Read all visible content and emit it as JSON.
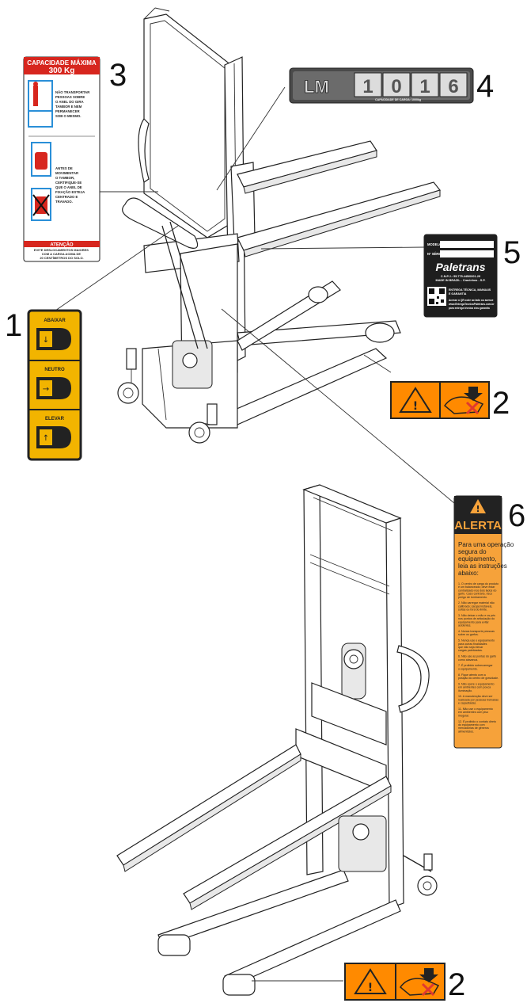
{
  "callouts": {
    "n1": "1",
    "n2a": "2",
    "n2b": "2",
    "n3": "3",
    "n4": "4",
    "n5": "5",
    "n6": "6"
  },
  "decal_capacity": {
    "title": "CAPACIDADE MÁXIMA",
    "weight": "300 Kg",
    "text1": [
      "NÃO TRANSPORTAR",
      "PESSOAS SOBRE",
      "O ANEL DO GIRA",
      "TAMBOR E NEM",
      "PERMANECER",
      "SOB O MESMO."
    ],
    "text2": [
      "ANTES DE",
      "MOVIMENTAR",
      "O TAMBOR,",
      "CERTIFIQUE-SE",
      "QUE O ANEL DE",
      "FIXAÇÃO ESTEJA",
      "CENTRADO E",
      "TRAVADO."
    ],
    "warn_title": "ATENÇÃO",
    "warn_text": [
      "EVITE DESLOCAMENTOS MAIORES",
      "COM A CARGA ACIMA DE",
      "20 CENTÍMETROS DO SOLO."
    ],
    "colors": {
      "red": "#d7261e",
      "blue": "#2a8fd8"
    }
  },
  "decal_model": {
    "left": "LM",
    "digits": [
      "1",
      "0",
      "1",
      "6"
    ],
    "small": "CAPACIDADE DE CARGA: 1000kg"
  },
  "decal_lever": {
    "items": [
      "ABAIXAR",
      "NEUTRO",
      "ELEVAR"
    ],
    "colors": {
      "bg": "#f2b400",
      "dark": "#222222"
    }
  },
  "decal_warning": {
    "icon_left": "warning-triangle-icon",
    "icon_right": "crush-foot-icon",
    "colors": {
      "bg": "#ff8a00",
      "dark": "#222222",
      "red": "#e03a2f"
    }
  },
  "plate": {
    "label_model": "MODELO",
    "label_serial": "Nº SÉRIE",
    "brand": "Paletrans",
    "cnpj": "C.N.P.J.: 55.775.445/0001-29",
    "made": "MADE IN BRAZIL - Cravinhos - S.P.",
    "delivery": [
      "ENTREGA TÉCNICA, MANUAIS",
      "E GARANTIA"
    ],
    "qr_text": [
      "Acesse o QR code ao lado ou acesse",
      "www.EntregaTecnicaPaletrans.com.br",
      "para entrega técnica e/ou garantia"
    ]
  },
  "alert": {
    "title": "ALERTA",
    "intro": [
      "Para uma operação",
      "segura do",
      "equipamento,",
      "leia as instruções",
      "abaixo:"
    ],
    "items": [
      [
        "1. O centro de carga do produto",
        "é um balanceado; deve estar",
        "centralizado nos dois lados do",
        "garfo. Caso contrário, risco",
        "perigo de tombamento."
      ],
      [
        "2. Não carregar material não",
        "calibrado; cargas instáveis,",
        "soltas ou fora do limite."
      ],
      [
        "3. Não deixar o mão e os pés",
        "nos pontos de articulação do",
        "equipamento para evitar",
        "acidentes."
      ],
      [
        "4. Nunca transporte pessoas",
        "sobre os garfos."
      ],
      [
        "5. Nunca use o equipamento",
        "para outras finalidades",
        "que não seja elevar",
        "cargas paletizadas."
      ],
      [
        "6. Não use as pontas do garfo",
        "como alavanca."
      ],
      [
        "7. É proibido sobrecarregar",
        "o equipamento."
      ],
      [
        "8. Fique atento com a",
        "posição do centro de gravidade."
      ],
      [
        "9. Não opere o equipamento",
        "em ambientes com pouca",
        "iluminação."
      ],
      [
        "10. A manutenção deve ser",
        "realizada por pessoas treinadas",
        "e capacitadas."
      ],
      [
        "11. Não use o equipamento",
        "em ambientes com piso",
        "irregular."
      ],
      [
        "12. É proibido o contato direto",
        "do equipamento com",
        "mercadorias de gêneros",
        "alimentícios."
      ]
    ],
    "colors": {
      "bg": "#f6a23a",
      "dark": "#222222"
    }
  }
}
